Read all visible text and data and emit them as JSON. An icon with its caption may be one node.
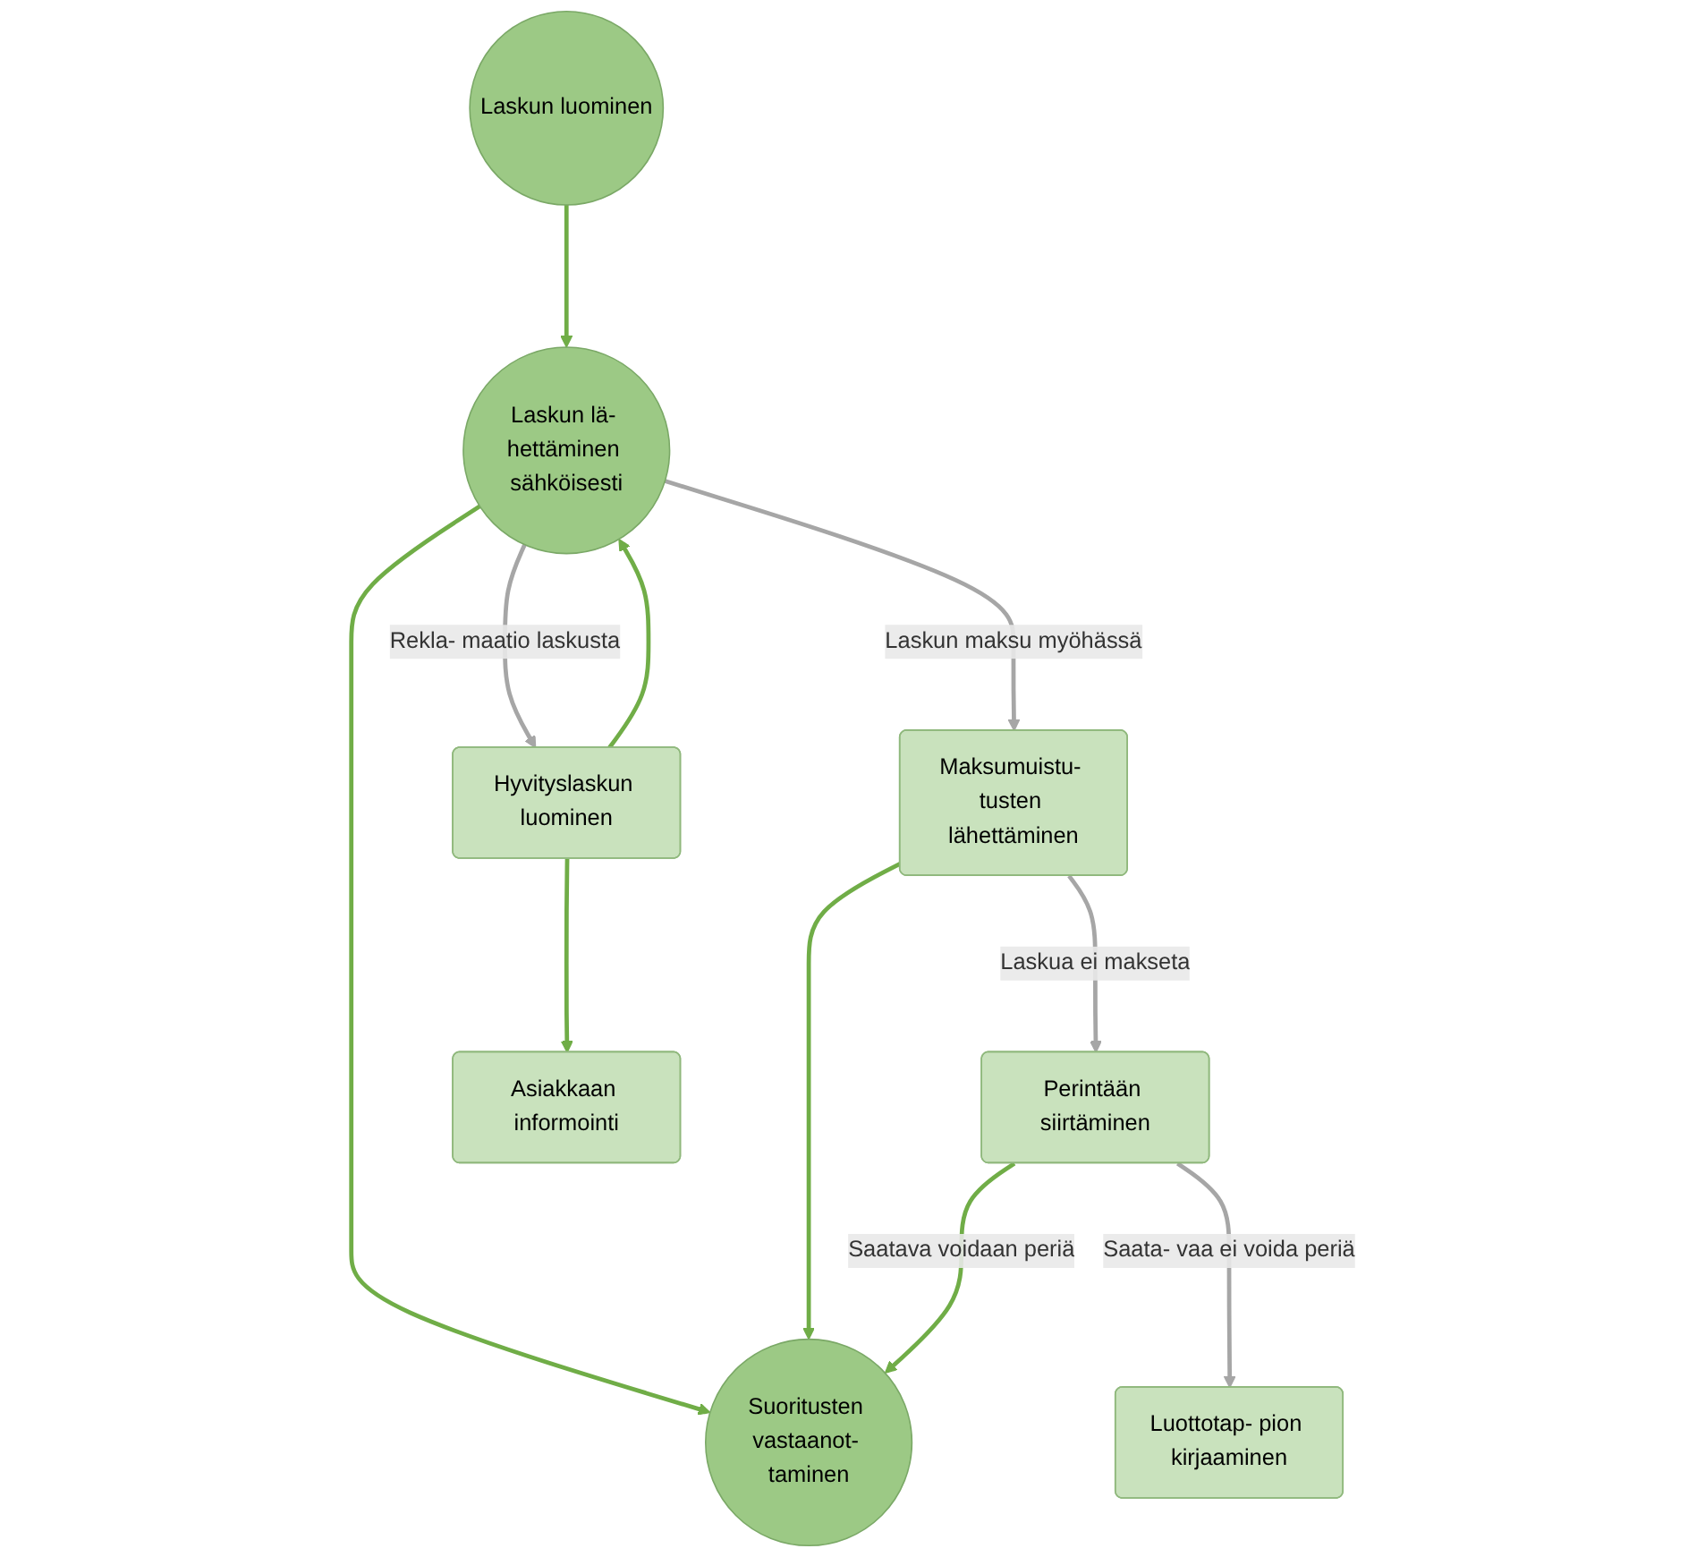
{
  "diagram": {
    "nodes": [
      {
        "text": [
          "Laskun luominen"
        ]
      },
      {
        "text": [
          "Laskun lä- hettäminen sähköisesti"
        ]
      },
      {
        "text": [
          "Maksumuistu- tusten lähettäminen"
        ]
      },
      {
        "text": [
          "Perintään siirtäminen"
        ]
      },
      {
        "text": [
          "Suoritusten vastaanot- taminen"
        ]
      },
      {
        "text": [
          "Hyvityslaskun luominen"
        ]
      },
      {
        "text": [
          "Asiakkaan informointi"
        ]
      },
      {
        "text": [
          "Luottotap- pion kirjaaminen"
        ]
      }
    ],
    "edges": [
      {
        "from": 0,
        "to": 1,
        "arrow": "to"
      },
      {
        "from": 1,
        "to": 2,
        "arrow": "to",
        "label": "Laskun maksu myöhässä",
        "color": "#a6a6a6"
      },
      {
        "from": 2,
        "to": 3,
        "arrow": "to",
        "label": "Laskua ei makseta",
        "color": "#a6a6a6"
      },
      {
        "from": 1,
        "to": 4,
        "arrow": "to"
      },
      {
        "from": 2,
        "to": 4,
        "arrow": "to"
      },
      {
        "from": 3,
        "to": 4,
        "arrow": "to",
        "label": "Saatava voidaan periä"
      },
      {
        "from": 3,
        "to": 7,
        "arrow": "to",
        "label": "Saata- vaa ei voida periä",
        "color": "#a6a6a6"
      },
      {
        "from": 1,
        "to": 5,
        "arrow": "to",
        "label": "Rekla- maatio laskusta",
        "color": "#a6a6a6"
      },
      {
        "from": 5,
        "to": 1,
        "arrow": "to"
      },
      {
        "from": 5,
        "to": 6,
        "arrow": "to"
      }
    ]
  }
}
